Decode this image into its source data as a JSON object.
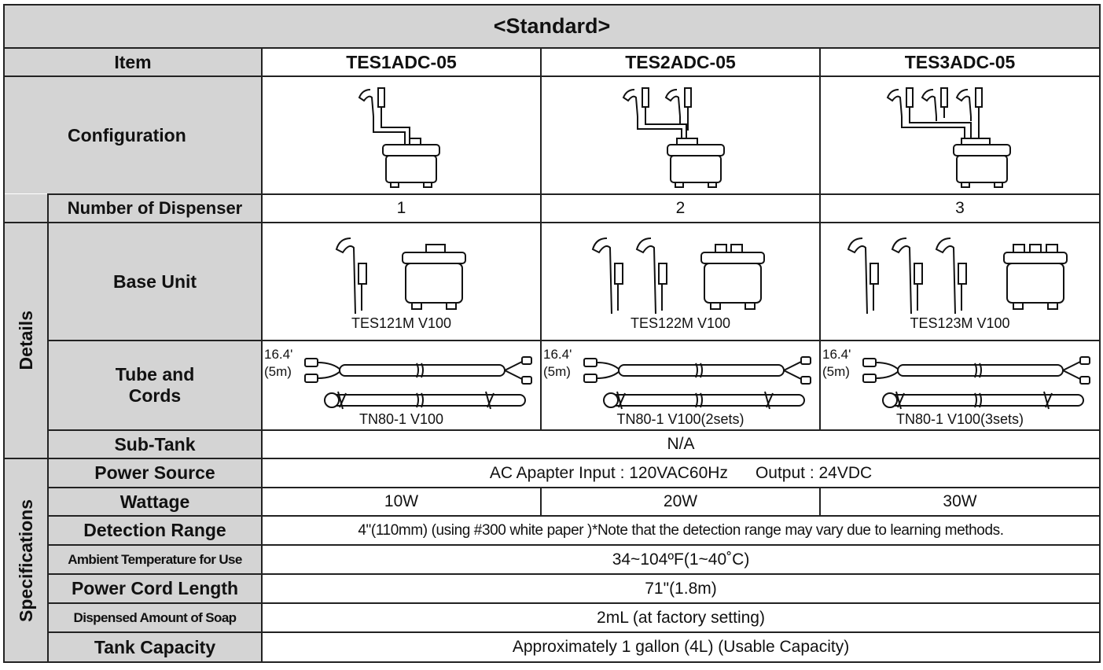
{
  "title": "<Standard>",
  "header": {
    "item": "Item",
    "models": [
      "TES1ADC-05",
      "TES2ADC-05",
      "TES3ADC-05"
    ]
  },
  "groups": {
    "details": "Details",
    "specifications": "Specifications"
  },
  "rows": {
    "configuration": {
      "label": "Configuration"
    },
    "number_of_dispenser": {
      "label": "Number of Dispenser",
      "values": [
        "1",
        "2",
        "3"
      ]
    },
    "base_unit": {
      "label": "Base Unit",
      "captions": [
        "TES121M  V100",
        "TES122M  V100",
        "TES123M  V100"
      ]
    },
    "tube_and_cords": {
      "label_line1": "Tube and",
      "label_line2": "Cords",
      "length_ft": "16.4'",
      "length_m": "(5m)",
      "captions": [
        "TN80-1  V100",
        "TN80-1  V100(2sets)",
        "TN80-1  V100(3sets)"
      ]
    },
    "sub_tank": {
      "label": "Sub-Tank",
      "value": "N/A"
    },
    "power_source": {
      "label": "Power Source",
      "value": "AC Apapter Input : 120VAC60Hz      Output : 24VDC"
    },
    "wattage": {
      "label": "Wattage",
      "values": [
        "10W",
        "20W",
        "30W"
      ]
    },
    "detection_range": {
      "label": "Detection Range",
      "value": "4\"(110mm) (using #300 white paper )*Note that the detection range may vary due to learning methods."
    },
    "ambient_temperature": {
      "label": "Ambient Temperature for Use",
      "value": "34~104ºF(1~40˚C)"
    },
    "power_cord_length": {
      "label": "Power Cord Length",
      "value": "71\"(1.8m)"
    },
    "dispensed_amount": {
      "label": "Dispensed Amount of Soap",
      "value": "2mL (at factory setting)"
    },
    "tank_capacity": {
      "label": "Tank Capacity",
      "value": "Approximately 1 gallon (4L) (Usable Capacity)"
    }
  }
}
